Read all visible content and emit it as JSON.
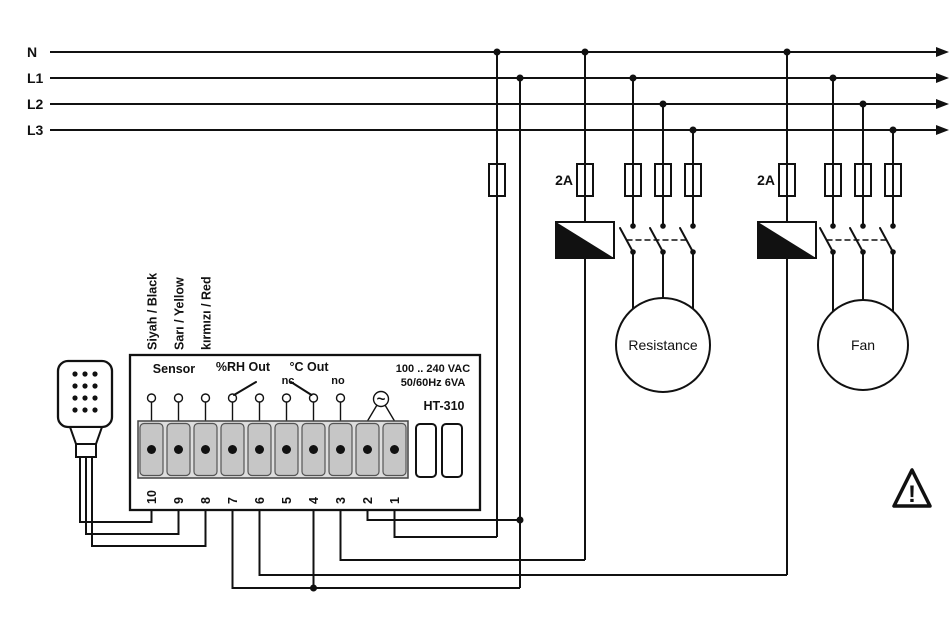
{
  "power": {
    "lines": [
      "N",
      "L1",
      "L2",
      "L3"
    ]
  },
  "fuse_ratings": {
    "resistance_coil": "2A",
    "fan_coil": "2A"
  },
  "loads": {
    "resistance": "Resistance",
    "fan": "Fan"
  },
  "sensor": {
    "wire_labels": [
      "Siyah / Black",
      "Sarı / Yellow",
      "kırmızı / Red"
    ]
  },
  "controller": {
    "sensor_group": "Sensor",
    "rh_output": "%RH Out",
    "temp_output": "°C Out",
    "contact_nc": "nc",
    "contact_no": "no",
    "supply_voltage": "100 .. 240 VAC",
    "supply_freq": "50/60Hz 6VA",
    "model": "HT-310",
    "ac_symbol": "~",
    "terminals": [
      "10",
      "9",
      "8",
      "7",
      "6",
      "5",
      "4",
      "3",
      "2",
      "1"
    ]
  },
  "warning": {
    "exclamation": "!"
  }
}
